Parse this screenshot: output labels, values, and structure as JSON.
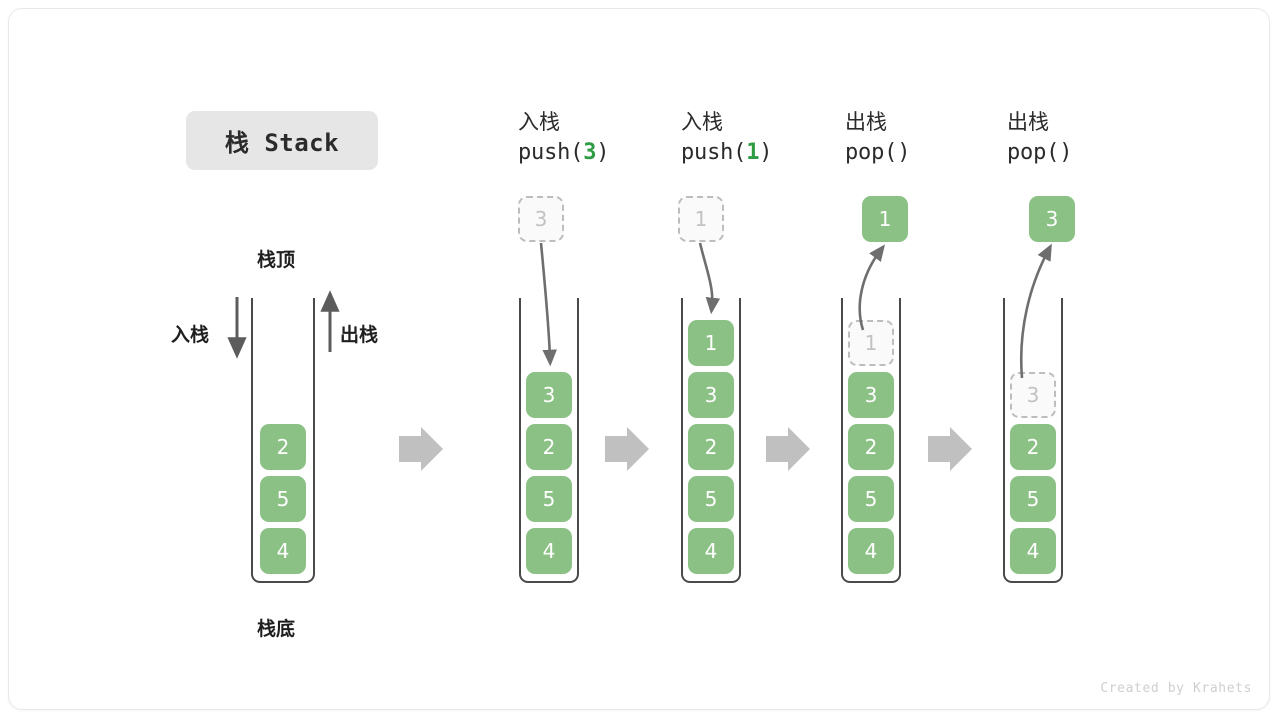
{
  "card": {
    "title_badge": "栈 Stack",
    "credit": "Created by Krahets"
  },
  "colors": {
    "element_green": "#8cc185",
    "arg_green": "#2e9c42",
    "ghost_border": "#bdbdbd",
    "ghost_text": "#c2c2c2",
    "tube_wall": "#4a4a4a",
    "arrow_gray": "#6e6e6e",
    "block_arrow_gray": "#c0c0c0",
    "badge_bg": "#e6e6e6",
    "credit_gray": "#cfcfcf"
  },
  "legend_stack": {
    "top_label": "栈顶",
    "bottom_label": "栈底",
    "push_label": "入栈",
    "pop_label": "出栈",
    "push_arrow_icon": "arrow-down-icon",
    "pop_arrow_icon": "arrow-up-icon",
    "cells": [
      "2",
      "5",
      "4"
    ]
  },
  "steps": [
    {
      "id": "push-3",
      "operation_cn": "入栈",
      "operation_code_prefix": "push(",
      "operation_arg": "3",
      "operation_code_suffix": ")",
      "floating_cell": {
        "value": "3",
        "style": "ghost",
        "position": "above"
      },
      "motion_arrow": "curve-down-into-stack",
      "cells": [
        {
          "value": "3",
          "style": "solid"
        },
        {
          "value": "2",
          "style": "solid"
        },
        {
          "value": "5",
          "style": "solid"
        },
        {
          "value": "4",
          "style": "solid"
        }
      ]
    },
    {
      "id": "push-1",
      "operation_cn": "入栈",
      "operation_code_prefix": "push(",
      "operation_arg": "1",
      "operation_code_suffix": ")",
      "floating_cell": {
        "value": "1",
        "style": "ghost",
        "position": "above"
      },
      "motion_arrow": "curve-down-into-stack",
      "cells": [
        {
          "value": "1",
          "style": "solid"
        },
        {
          "value": "3",
          "style": "solid"
        },
        {
          "value": "2",
          "style": "solid"
        },
        {
          "value": "5",
          "style": "solid"
        },
        {
          "value": "4",
          "style": "solid"
        }
      ]
    },
    {
      "id": "pop-1",
      "operation_cn": "出栈",
      "operation_code_prefix": "pop(",
      "operation_arg": "",
      "operation_code_suffix": ")",
      "floating_cell": {
        "value": "1",
        "style": "solid",
        "position": "above"
      },
      "motion_arrow": "curve-up-out-of-stack",
      "cells": [
        {
          "value": "1",
          "style": "ghost"
        },
        {
          "value": "3",
          "style": "solid"
        },
        {
          "value": "2",
          "style": "solid"
        },
        {
          "value": "5",
          "style": "solid"
        },
        {
          "value": "4",
          "style": "solid"
        }
      ]
    },
    {
      "id": "pop-3",
      "operation_cn": "出栈",
      "operation_code_prefix": "pop(",
      "operation_arg": "",
      "operation_code_suffix": ")",
      "floating_cell": {
        "value": "3",
        "style": "solid",
        "position": "above"
      },
      "motion_arrow": "curve-up-out-of-stack",
      "cells": [
        {
          "value": "3",
          "style": "ghost"
        },
        {
          "value": "2",
          "style": "solid"
        },
        {
          "value": "5",
          "style": "solid"
        },
        {
          "value": "4",
          "style": "solid"
        }
      ]
    }
  ],
  "transitions": [
    {
      "icon": "block-arrow-right-icon"
    },
    {
      "icon": "block-arrow-right-icon"
    },
    {
      "icon": "block-arrow-right-icon"
    },
    {
      "icon": "block-arrow-right-icon"
    }
  ]
}
